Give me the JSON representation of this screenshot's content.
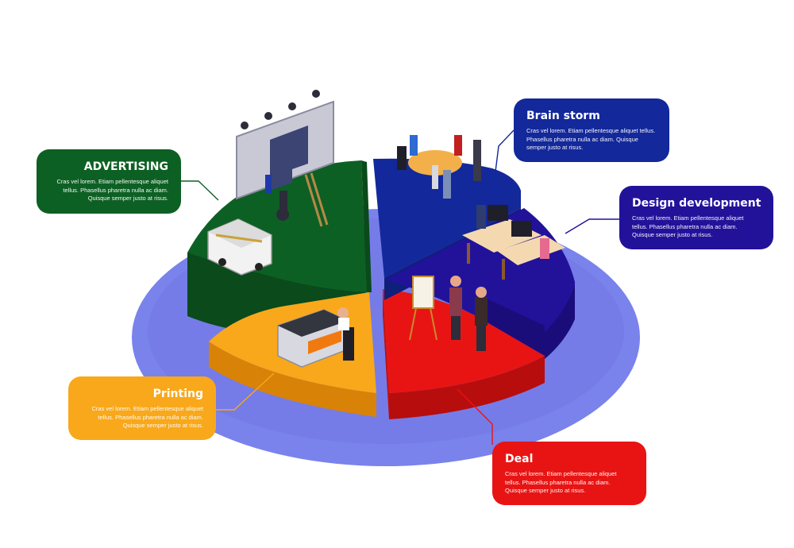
{
  "colors": {
    "advertising": "#0d6024",
    "printing": "#f8a81a",
    "brainstorm": "#13289a",
    "design": "#22129a",
    "deal": "#e81414",
    "base": "#7a82ec"
  },
  "segments": [
    {
      "id": "advertising",
      "title": "ADVERTISING",
      "body": "Cras vel lorem. Etiam pellentesque aliquet tellus. Phasellus pharetra nulla ac diam. Quisque semper justo at risus.",
      "color": "#0d6024",
      "icon": "billboard-icon"
    },
    {
      "id": "printing",
      "title": "Printing",
      "body": "Cras vel lorem. Etiam pellentesque aliquet tellus. Phasellus pharetra nulla ac diam. Quisque semper justo at risus.",
      "color": "#f8a81a",
      "icon": "printer-icon"
    },
    {
      "id": "brainstorm",
      "title": "Brain storm",
      "body": "Cras vel lorem. Etiam pellentesque aliquet tellus. Phasellus pharetra nulla ac diam. Quisque semper justo at risus.",
      "color": "#13289a",
      "icon": "meeting-table-icon"
    },
    {
      "id": "design",
      "title": "Design development",
      "body": "Cras vel lorem. Etiam pellentesque aliquet tellus. Phasellus pharetra nulla ac diam. Quisque semper justo at risus.",
      "color": "#22129a",
      "icon": "workstation-icon"
    },
    {
      "id": "deal",
      "title": "Deal",
      "body": "Cras vel lorem. Etiam pellentesque aliquet tellus. Phasellus pharetra nulla ac diam. Quisque semper justo at risus.",
      "color": "#e81414",
      "icon": "handshake-icon"
    }
  ]
}
